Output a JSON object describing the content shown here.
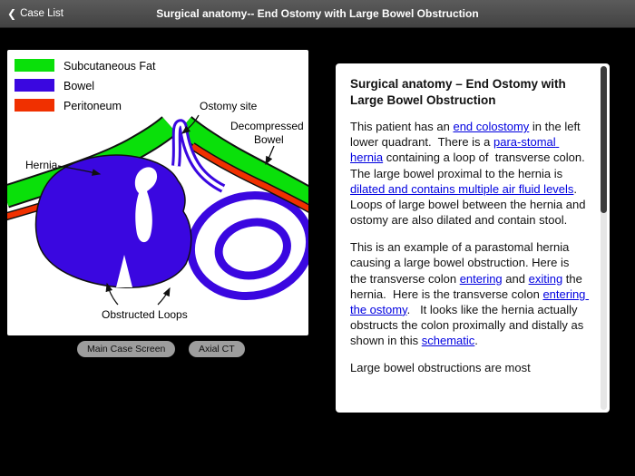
{
  "colors": {
    "bar_background": "#4d4d4d",
    "fat_green": "#0ae00a",
    "bowel_blue": "#3a07e0",
    "peritoneum_red": "#f03000",
    "link_blue": "#0000e0",
    "button_gray": "#9d9d9d"
  },
  "nav": {
    "back_label": "Case List",
    "title": "Surgical anatomy-- End Ostomy with Large Bowel Obstruction"
  },
  "diagram": {
    "legend": [
      {
        "label": "Subcutaneous Fat",
        "color": "#0ae00a"
      },
      {
        "label": "Bowel",
        "color": "#3a07e0"
      },
      {
        "label": "Peritoneum",
        "color": "#f03000"
      }
    ],
    "labels": {
      "hernia": "Hernia",
      "ostomy_site": "Ostomy site",
      "decompressed_line1": "Decompressed",
      "decompressed_line2": "Bowel",
      "obstructed_loops": "Obstructed Loops"
    }
  },
  "buttons": [
    {
      "label": "Main Case Screen"
    },
    {
      "label": "Axial CT"
    }
  ],
  "panel": {
    "title": "Surgical anatomy – End Ostomy with Large Bowel Obstruction",
    "paragraphs": [
      {
        "segments": [
          {
            "text": "This patient has an "
          },
          {
            "text": "end colostomy",
            "link": true
          },
          {
            "text": " in the left lower quadrant.  There is a "
          },
          {
            "text": "para-stomal hernia",
            "link": true
          },
          {
            "text": " containing a loop of  transverse colon. The large bowel proximal to the hernia is "
          },
          {
            "text": "dilated and contains multiple air fluid levels",
            "link": true
          },
          {
            "text": ".  Loops of large bowel between the hernia and ostomy are also dilated and contain stool."
          }
        ]
      },
      {
        "segments": [
          {
            "text": "This is an example of a parastomal hernia causing a large bowel obstruction. Here is the transverse colon "
          },
          {
            "text": "entering",
            "link": true
          },
          {
            "text": " and "
          },
          {
            "text": "exiting",
            "link": true
          },
          {
            "text": " the hernia.  Here is the transverse colon "
          },
          {
            "text": "entering the ostomy",
            "link": true
          },
          {
            "text": ".   It looks like the hernia actually obstructs the colon proximally and distally as shown in this "
          },
          {
            "text": "schematic",
            "link": true
          },
          {
            "text": "."
          }
        ]
      },
      {
        "segments": [
          {
            "text": "Large bowel obstructions are most"
          }
        ]
      }
    ]
  }
}
